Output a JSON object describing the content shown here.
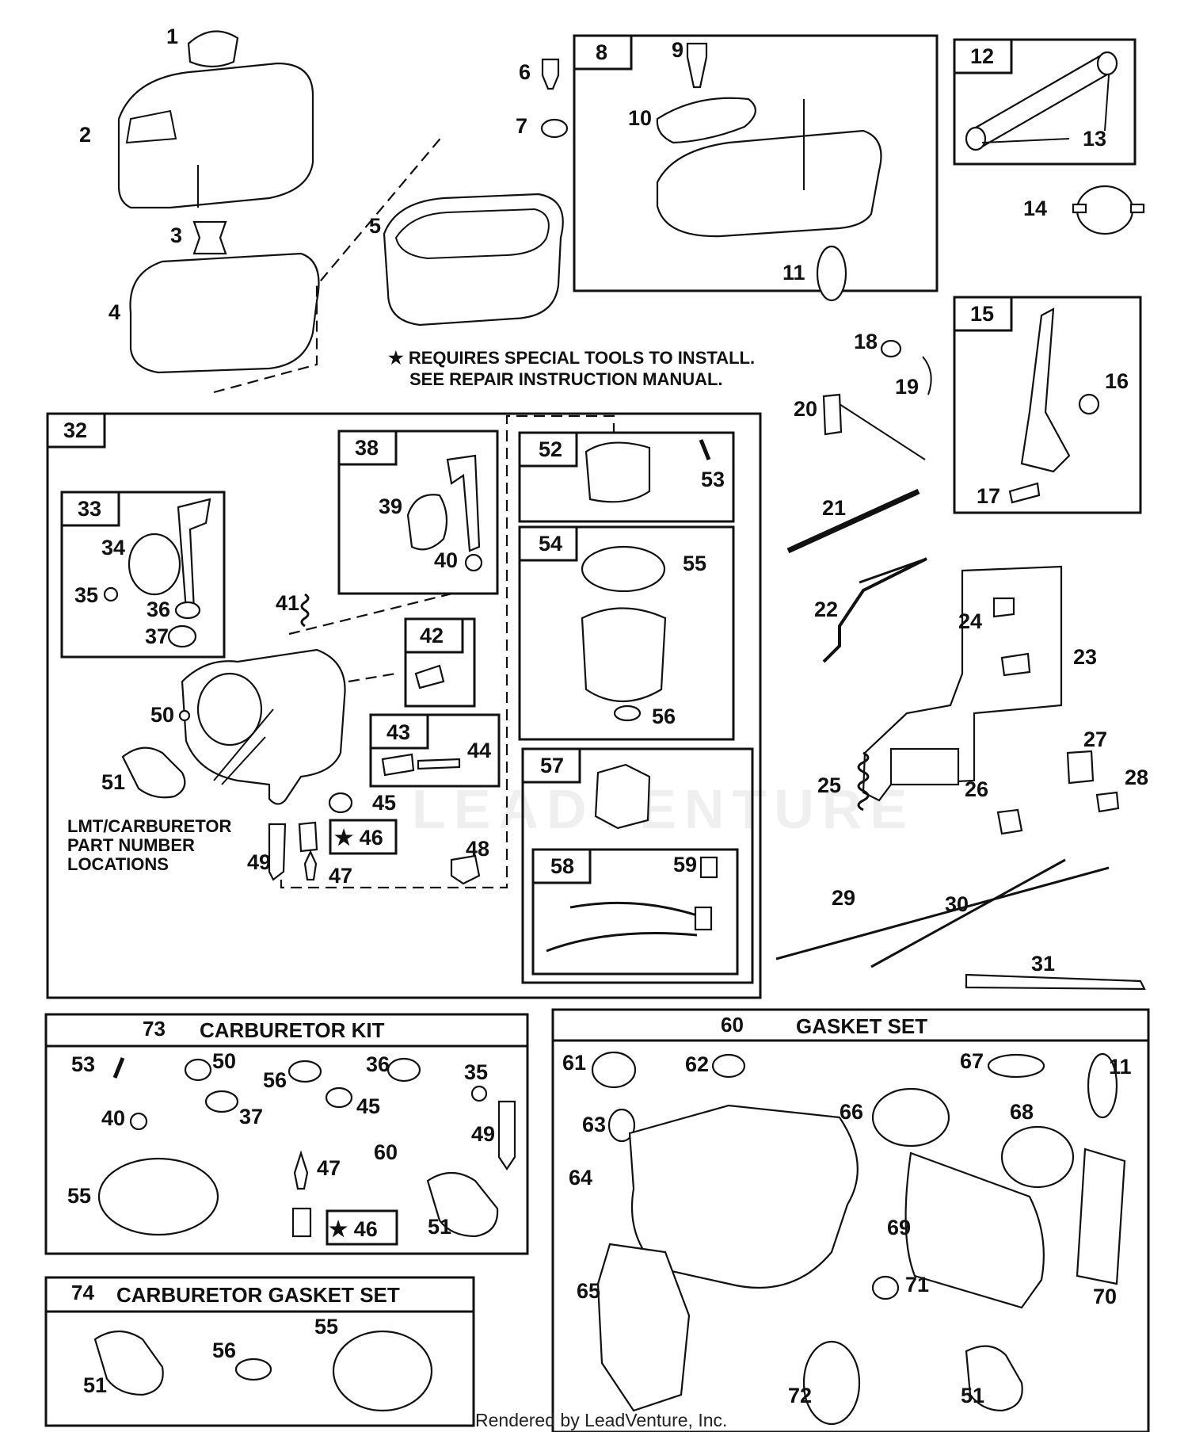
{
  "note": {
    "star": "★",
    "line1": "REQUIRES SPECIAL TOOLS TO INSTALL.",
    "line2": "SEE REPAIR INSTRUCTION MANUAL."
  },
  "lmt_label": [
    "LMT/CARBURETOR",
    "PART NUMBER",
    "LOCATIONS"
  ],
  "kits": {
    "carb_kit": {
      "number": "73",
      "title": "CARBURETOR KIT"
    },
    "gasket_set": {
      "number": "60",
      "title": "GASKET SET"
    },
    "carb_gasket_set": {
      "number": "74",
      "title": "CARBURETOR GASKET SET"
    }
  },
  "star_46": "★ 46",
  "boxes": [
    "8",
    "12",
    "15",
    "32",
    "33",
    "38",
    "42",
    "43",
    "52",
    "54",
    "57",
    "58"
  ],
  "callouts": [
    "1",
    "2",
    "3",
    "4",
    "5",
    "6",
    "7",
    "9",
    "10",
    "11",
    "13",
    "14",
    "16",
    "17",
    "18",
    "19",
    "20",
    "21",
    "22",
    "23",
    "24",
    "25",
    "26",
    "27",
    "28",
    "29",
    "30",
    "31",
    "34",
    "35",
    "36",
    "37",
    "39",
    "40",
    "41",
    "44",
    "45",
    "47",
    "48",
    "49",
    "50",
    "51",
    "53",
    "55",
    "56",
    "59",
    "61",
    "62",
    "63",
    "64",
    "65",
    "66",
    "67",
    "68",
    "69",
    "70",
    "71",
    "72"
  ],
  "kit73_callouts": [
    "53",
    "50",
    "56",
    "36",
    "35",
    "40",
    "37",
    "45",
    "49",
    "47",
    "60",
    "55",
    "51"
  ],
  "kit60_callouts": [
    "61",
    "62",
    "67",
    "11",
    "63",
    "66",
    "68",
    "64",
    "69",
    "65",
    "71",
    "70",
    "72",
    "51"
  ],
  "kit74_callouts": [
    "51",
    "56",
    "55"
  ],
  "watermark": "LEADVENTURE",
  "footer": "Rendered by LeadVenture, Inc."
}
